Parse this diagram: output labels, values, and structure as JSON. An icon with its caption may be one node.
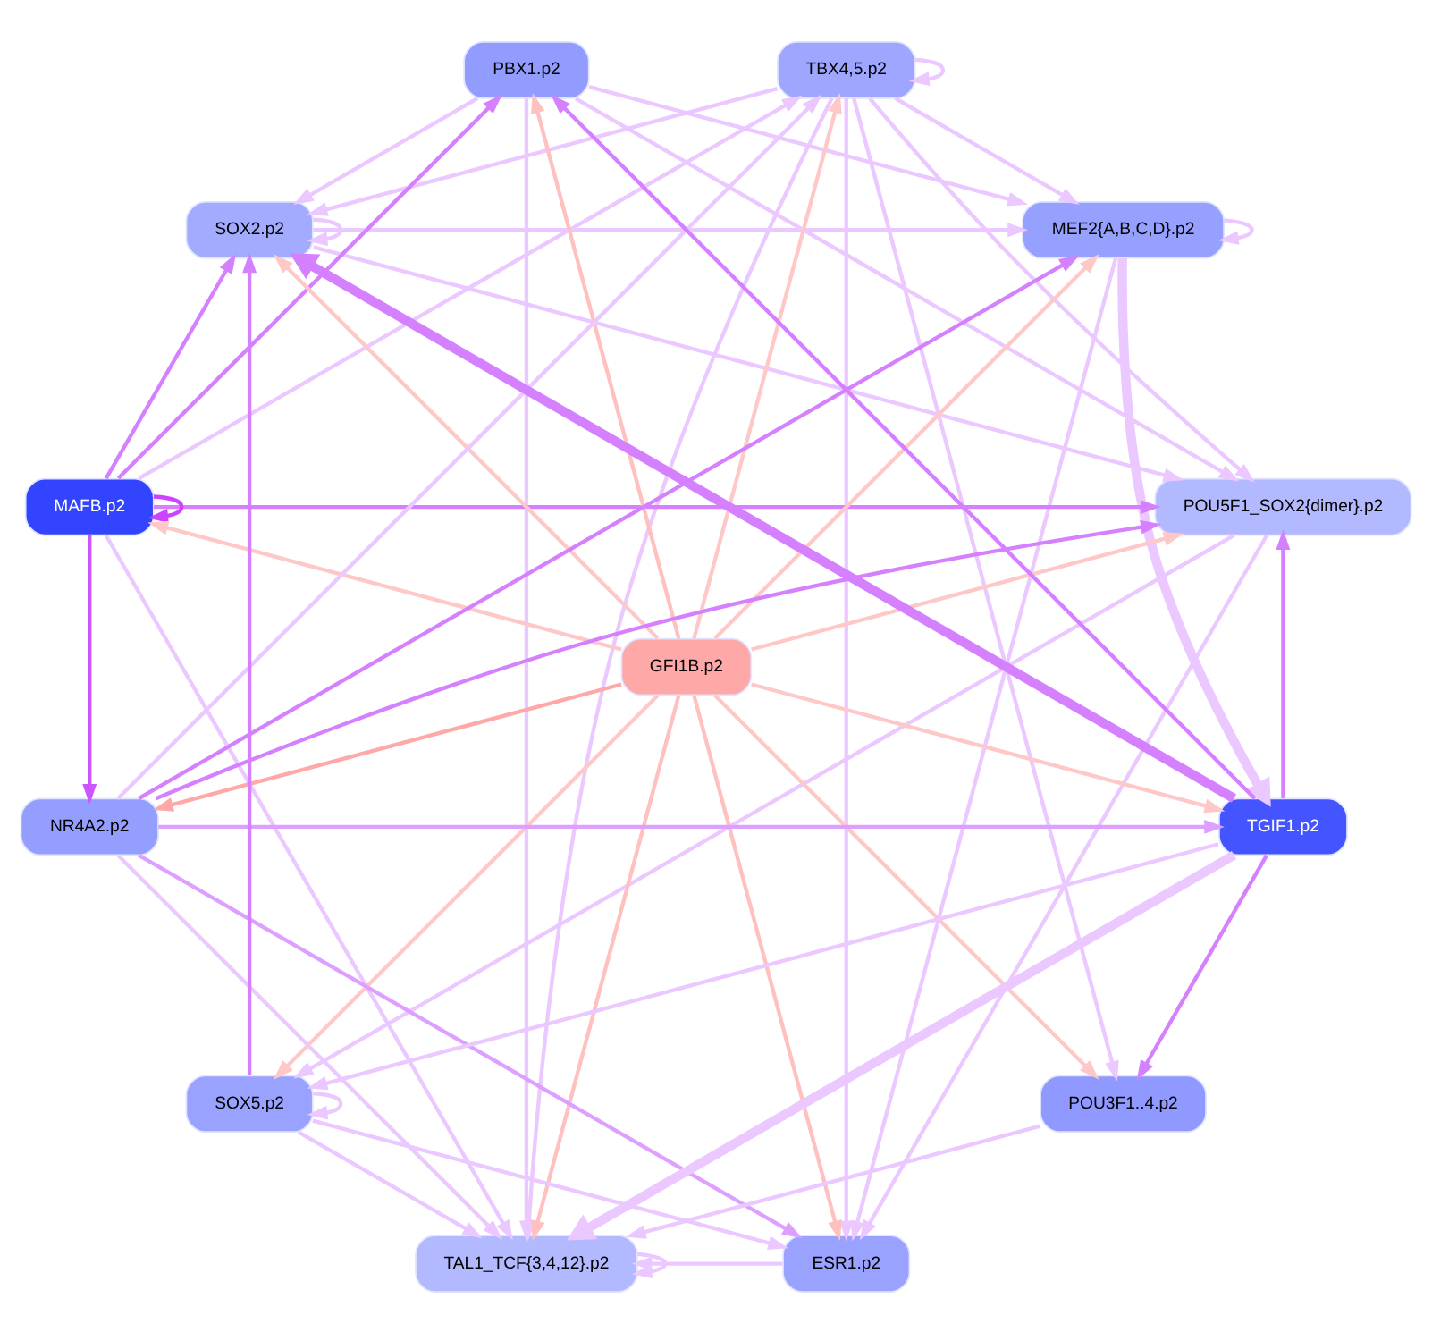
{
  "diagram": {
    "nodes": [
      {
        "text": [
          "POU5F1_SOX2{dimer}.p2"
        ]
      },
      {
        "text": [
          "MEF2{A,B,C,D}.p2"
        ]
      },
      {
        "text": [
          "TBX4,5.p2"
        ]
      },
      {
        "text": [
          "PBX1.p2"
        ]
      },
      {
        "text": [
          "SOX2.p2"
        ]
      },
      {
        "text": [
          "MAFB.p2"
        ]
      },
      {
        "text": [
          "GFI1B.p2"
        ]
      },
      {
        "text": [
          "NR4A2.p2"
        ]
      },
      {
        "text": [
          "SOX5.p2"
        ]
      },
      {
        "text": [
          "TAL1_TCF{3,4,12}.p2"
        ]
      },
      {
        "text": [
          "ESR1.p2"
        ]
      },
      {
        "text": [
          "POU3F1..4.p2"
        ]
      },
      {
        "text": [
          "TGIF1.p2"
        ]
      }
    ],
    "edges": [
      {
        "from": 6,
        "to": 2,
        "arrow": "to",
        "color": "#ffc8c8"
      },
      {
        "from": 6,
        "to": 0,
        "arrow": "to",
        "color": "#ffc8c8"
      },
      {
        "from": 6,
        "to": 1,
        "arrow": "to",
        "color": "#ffc8c8"
      },
      {
        "from": 6,
        "to": 3,
        "arrow": "to",
        "color": "#ffc0c0"
      },
      {
        "from": 6,
        "to": 4,
        "arrow": "to",
        "color": "#ffc8c8"
      },
      {
        "from": 6,
        "to": 5,
        "arrow": "to",
        "color": "#ffc8c8"
      },
      {
        "from": 6,
        "to": 7,
        "arrow": "to",
        "color": "#ffa8a8"
      },
      {
        "from": 6,
        "to": 8,
        "arrow": "to",
        "color": "#ffc8c8"
      },
      {
        "from": 6,
        "to": 10,
        "arrow": "to",
        "color": "#ffc0c0"
      },
      {
        "from": 6,
        "to": 12,
        "arrow": "to",
        "color": "#ffc8c8"
      },
      {
        "from": 6,
        "to": 11,
        "arrow": "to",
        "color": "#ffc8c8"
      },
      {
        "from": 6,
        "to": 9,
        "arrow": "to",
        "color": "#ffc0c0"
      },
      {
        "from": 5,
        "to": 5,
        "arrow": "to",
        "color": "#cc44ff"
      },
      {
        "from": 5,
        "to": 7,
        "arrow": "to",
        "color": "#cc55ff"
      },
      {
        "from": 5,
        "to": 4,
        "arrow": "to",
        "color": "#d580ff"
      },
      {
        "from": 5,
        "to": 3,
        "arrow": "to",
        "color": "#d580ff"
      },
      {
        "from": 5,
        "to": 0,
        "arrow": "to",
        "color": "#d580ff"
      },
      {
        "from": 5,
        "to": 2,
        "arrow": "to"
      },
      {
        "from": 5,
        "to": 9,
        "arrow": "to"
      },
      {
        "from": 8,
        "to": 4,
        "arrow": "to",
        "color": "#d580ff"
      },
      {
        "from": 8,
        "to": 8,
        "arrow": "to"
      },
      {
        "from": 8,
        "to": 10,
        "arrow": "to"
      },
      {
        "from": 8,
        "to": 9,
        "arrow": "to"
      },
      {
        "from": 12,
        "to": 4,
        "arrow": "to",
        "style": "thick",
        "color": "#d580ff"
      },
      {
        "from": 12,
        "to": 11,
        "arrow": "to",
        "color": "#d580ff"
      },
      {
        "from": 12,
        "to": 9,
        "arrow": "to",
        "style": "thick"
      },
      {
        "from": 12,
        "to": 3,
        "arrow": "to",
        "color": "#d580ff"
      },
      {
        "from": 12,
        "to": 0,
        "arrow": "to",
        "color": "#d580ff"
      },
      {
        "from": 12,
        "to": 8,
        "arrow": "to"
      },
      {
        "from": 1,
        "to": 12,
        "arrow": "to",
        "style": "thick"
      },
      {
        "from": 1,
        "to": 1,
        "arrow": "to"
      },
      {
        "from": 1,
        "to": 10,
        "arrow": "to"
      },
      {
        "from": 2,
        "to": 2,
        "arrow": "to"
      },
      {
        "from": 2,
        "to": 4,
        "arrow": "to"
      },
      {
        "from": 2,
        "to": 0,
        "arrow": "to"
      },
      {
        "from": 2,
        "to": 1,
        "arrow": "to"
      },
      {
        "from": 2,
        "to": 9,
        "arrow": "to"
      },
      {
        "from": 2,
        "to": 11,
        "arrow": "to"
      },
      {
        "from": 2,
        "to": 10,
        "arrow": "to"
      },
      {
        "from": 4,
        "to": 4,
        "arrow": "to"
      },
      {
        "from": 4,
        "to": 0,
        "arrow": "to"
      },
      {
        "from": 4,
        "to": 1,
        "arrow": "to"
      },
      {
        "from": 7,
        "to": 2,
        "arrow": "to"
      },
      {
        "from": 7,
        "to": 0,
        "arrow": "to",
        "color": "#d580ff"
      },
      {
        "from": 7,
        "to": 1,
        "arrow": "to",
        "color": "#d580ff"
      },
      {
        "from": 7,
        "to": 9,
        "arrow": "to"
      },
      {
        "from": 7,
        "to": 10,
        "arrow": "to",
        "color": "#dda0ff"
      },
      {
        "from": 7,
        "to": 12,
        "arrow": "to",
        "color": "#dda0ff"
      },
      {
        "from": 9,
        "to": 9,
        "arrow": "to"
      },
      {
        "from": 10,
        "to": 9,
        "arrow": "to"
      },
      {
        "from": 11,
        "to": 9,
        "arrow": "to"
      },
      {
        "from": 3,
        "to": 1,
        "arrow": "to"
      },
      {
        "from": 3,
        "to": 0,
        "arrow": "to"
      },
      {
        "from": 3,
        "to": 4,
        "arrow": "to"
      },
      {
        "from": 3,
        "to": 9,
        "arrow": "to"
      },
      {
        "from": 0,
        "to": 10,
        "arrow": "to"
      },
      {
        "from": 0,
        "to": 8,
        "arrow": "to"
      }
    ]
  }
}
